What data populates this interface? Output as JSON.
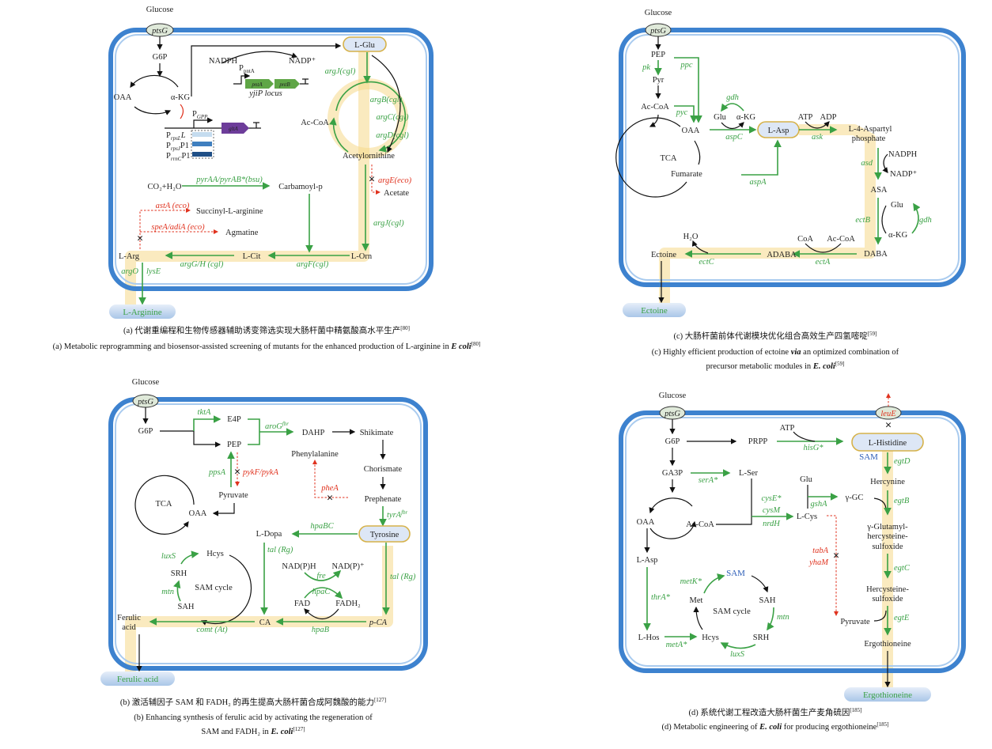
{
  "colors": {
    "membrane": "#3d82cf",
    "enzyme": "#3aa145",
    "blocked": "#e0321e",
    "highlight": "#f6d98a",
    "cofactor": "#2f5fb8"
  },
  "panel_a": {
    "glucose": "Glucose",
    "ptsG": "ptsG",
    "G6P": "G6P",
    "OAA": "OAA",
    "aKG": "α-KG",
    "NADPH": "NADPH",
    "NADP": "NADP⁺",
    "P": "P",
    "pntA_sub": "pntA",
    "pntA": "pntA",
    "pntB": "pntB",
    "yjiP": "yjiP locus",
    "LGlu": "L-Glu",
    "PGPP_sub": "GPP",
    "gltA": "gltA",
    "PrpsL_sub": "rpsL",
    "PrpsL_tail": "L",
    "Prps1_sub": "rpsJ",
    "Prps1_tail": "P1",
    "PrrnC_sub": "rrnC",
    "PrrnC_tail": "P1",
    "argJ1": "argJ(cgl)",
    "argB": "argB(cgl)",
    "argC": "argC(cgl)",
    "argD": "argD(cgl)",
    "AcCoA": "Ac-CoA",
    "Acetylornithine": "Acetylornithine",
    "CO2H2O": "CO₂+H₂O",
    "pyrAA": "pyrAA/pyrAB*(bsu)",
    "Carbamoyl": "Carbamoyl-p",
    "argE": "argE(eco)",
    "Acetate": "Acetate",
    "astA": "astA (eco)",
    "Succinyl": "Succinyl-L-arginine",
    "speA": "speA/adiA (eco)",
    "Agmatine": "Agmatine",
    "argJ2": "argJ(cgl)",
    "LArg": "L-Arg",
    "LCit": "L-Cit",
    "LOrn": "L-Orn",
    "argGH": "argG/H (cgl)",
    "argF": "argF(cgl)",
    "argO": "argO",
    "lysE": "lysE",
    "product": "L-Arginine",
    "caption_zh": "(a) 代谢重编程和生物传感器辅助诱变筛选实现大肠杆菌中精氨酸高水平生产",
    "caption_en": "(a) Metabolic reprogramming and biosensor-assisted screening of mutants for the enhanced production of L-arginine in ",
    "caption_en_it": "E coli",
    "ref": "[80]"
  },
  "panel_b": {
    "glucose": "Glucose",
    "ptsG": "ptsG",
    "G6P": "G6P",
    "tktA": "tktA",
    "E4P": "E4P",
    "PEP": "PEP",
    "aroG": "aroG",
    "aroG_sup": "fbr",
    "DAHP": "DAHP",
    "Shikimate": "Shikimate",
    "Phe": "Phenylalanine",
    "Chorismate": "Chorismate",
    "Prephenate": "Prephenate",
    "ppsA": "ppsA",
    "pykF": "pykF/pykA",
    "pheA": "pheA",
    "Pyruvate": "Pyruvate",
    "TCA": "TCA",
    "OAA": "OAA",
    "tyrA": "tyrA",
    "tyrA_sup": "fbr",
    "Tyrosine": "Tyrosine",
    "hpaBC": "hpaBC",
    "LDopa": "L-Dopa",
    "Hcys": "Hcys",
    "luxS": "luxS",
    "SRH": "SRH",
    "SAMcycle": "SAM cycle",
    "mtn": "mtn",
    "SAH": "SAH",
    "tal1": "tal (Rg)",
    "tal2": "tal (Rg)",
    "NADPH": "NAD(P)H",
    "NADP": "NAD(P)⁺",
    "fre": "fre",
    "hpaC": "hpaC",
    "FAD": "FAD",
    "FADH2": "FADH₂",
    "Ferulic1": "Ferulic",
    "Ferulic2": "acid",
    "CA": "CA",
    "pCA": "p-CA",
    "comt": "comt (At)",
    "hpaB": "hpaB",
    "product": "Ferulic acid",
    "caption_zh": "(b) 激活辅因子 SAM 和 FADH₂ 的再生提高大肠杆菌合成阿魏酸的能力",
    "caption_en1": "(b) Enhancing synthesis of ferulic acid by activating the regeneration of",
    "caption_en2": "SAM and FADH₂ in ",
    "caption_en_it": "E. coli",
    "ref": "[127]"
  },
  "panel_c": {
    "glucose": "Glucose",
    "ptsG": "ptsG",
    "PEP": "PEP",
    "pk": "pk",
    "Pyr": "Pyr",
    "AcCoA": "Ac-CoA",
    "ppc": "ppc",
    "pyc": "pyc",
    "gdh1": "gdh",
    "Glu1": "Glu",
    "aKG1": "α-KG",
    "OAA": "OAA",
    "TCA": "TCA",
    "Fumarate": "Fumarate",
    "aspC": "aspC",
    "LAsp": "L-Asp",
    "aspA": "aspA",
    "ATP": "ATP",
    "ADP": "ADP",
    "ask": "ask",
    "L4A1": "L-4-Aspartyl",
    "L4A2": "phosphate",
    "NADPH": "NADPH",
    "asd": "asd",
    "NADP": "NADP⁺",
    "ASA": "ASA",
    "Glu2": "Glu",
    "ectB": "ectB",
    "gdh2": "gdh",
    "aKG2": "α-KG",
    "DABA": "DABA",
    "CoA": "CoA",
    "AcCoA2": "Ac-CoA",
    "ectA": "ectA",
    "ADABA": "ADABA",
    "H2O": "H₂O",
    "ectC": "ectC",
    "Ectoine": "Ectoine",
    "product": "Ectoine",
    "caption_zh": "(c) 大肠杆菌前体代谢模块优化组合高效生产四氢嘧啶",
    "caption_en1a": "(c) Highly efficient production of ectoine ",
    "caption_en1b": "via",
    "caption_en1c": " an optimized combination of",
    "caption_en2": "precursor metabolic modules in ",
    "caption_en_it": "E. coli",
    "ref": "[59]"
  },
  "panel_d": {
    "glucose": "Glucose",
    "ptsG": "ptsG",
    "leuE": "leuE",
    "G6P": "G6P",
    "PRPP": "PRPP",
    "ATP": "ATP",
    "hisG": "hisG*",
    "LHis": "L-Histidine",
    "SAM1": "SAM",
    "egtD": "egtD",
    "GA3P": "GA3P",
    "serA": "serA*",
    "LSer": "L-Ser",
    "Glu": "Glu",
    "gGC": "γ-GC",
    "egtB": "egtB",
    "cysE": "cysE*",
    "cysM": "cysM",
    "nrdH": "nrdH",
    "gshA": "gshA",
    "LCys": "L-Cys",
    "OAA": "OAA",
    "AcCoA": "Ac-CoA",
    "GGH1": "γ-Glutamyl-",
    "GGH2": "hercysteine-",
    "GGH3": "sulfoxide",
    "LAsp": "L-Asp",
    "tabA": "tabA",
    "yhaM": "yhaM",
    "SAM2": "SAM",
    "metK": "metK*",
    "Met": "Met",
    "SAH": "SAH",
    "SAMcycle": "SAM cycle",
    "thrA": "thrA*",
    "mtn": "mtn",
    "HS1": "Hercysteine-",
    "HS2": "sulfoxide",
    "egtC": "egtC",
    "Pyruvate": "Pyruvate",
    "egtE": "egtE",
    "Ergo": "Ergothioneine",
    "LHos": "L-Hos",
    "Hcys": "Hcys",
    "SRH": "SRH",
    "metA": "metA*",
    "luxS": "luxS",
    "product": "Ergothioneine",
    "caption_zh": "(d) 系统代谢工程改造大肠杆菌生产麦角硫因",
    "caption_en": "(d) Metabolic engineering of ",
    "caption_en_it": "E. coli",
    "caption_en_tail": " for producing ergothioneine",
    "ref": "[185]"
  }
}
